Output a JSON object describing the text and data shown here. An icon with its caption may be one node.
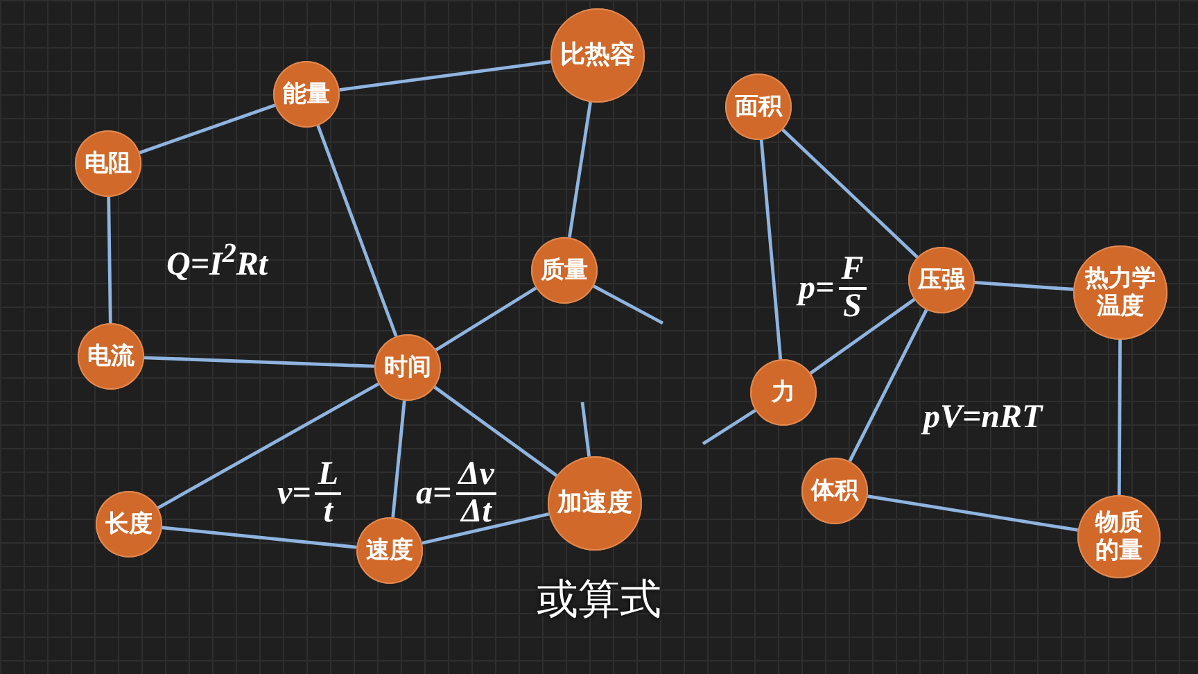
{
  "diagram": {
    "caption": "或算式",
    "nodes": [
      {
        "text": [
          "比热容"
        ]
      },
      {
        "text": [
          "能量"
        ]
      },
      {
        "text": [
          "电阻"
        ]
      },
      {
        "text": [
          "质量"
        ]
      },
      {
        "text": [
          "电流"
        ]
      },
      {
        "text": [
          "时间"
        ]
      },
      {
        "text": [
          "长度"
        ]
      },
      {
        "text": [
          "速度"
        ]
      },
      {
        "text": [
          "加速度"
        ]
      },
      {
        "text": [
          "面积"
        ]
      },
      {
        "text": [
          "压强"
        ]
      },
      {
        "text": [
          "热力学温度"
        ]
      },
      {
        "text": [
          "力"
        ]
      },
      {
        "text": [
          "体积"
        ]
      },
      {
        "text": [
          "物质的量"
        ]
      }
    ],
    "edges": [
      {
        "from": 1,
        "to": 0,
        "arrow": "none"
      },
      {
        "from": 2,
        "to": 1,
        "arrow": "none"
      },
      {
        "from": 2,
        "to": 4,
        "arrow": "none"
      },
      {
        "from": 1,
        "to": 5,
        "arrow": "none"
      },
      {
        "from": 0,
        "to": 3,
        "arrow": "none"
      },
      {
        "from": 3,
        "to": 5,
        "arrow": "none"
      },
      {
        "from": 3,
        "to": null,
        "arrow": "none"
      },
      {
        "from": 4,
        "to": 5,
        "arrow": "none"
      },
      {
        "from": 5,
        "to": 6,
        "arrow": "none"
      },
      {
        "from": 5,
        "to": 7,
        "arrow": "none"
      },
      {
        "from": 5,
        "to": 8,
        "arrow": "none"
      },
      {
        "from": 8,
        "to": null,
        "arrow": "none"
      },
      {
        "from": 6,
        "to": 7,
        "arrow": "none"
      },
      {
        "from": 7,
        "to": 8,
        "arrow": "none"
      },
      {
        "from": 9,
        "to": 12,
        "arrow": "none"
      },
      {
        "from": 9,
        "to": 10,
        "arrow": "none"
      },
      {
        "from": 10,
        "to": 12,
        "arrow": "none"
      },
      {
        "from": 12,
        "to": null,
        "arrow": "none"
      },
      {
        "from": 10,
        "to": 13,
        "arrow": "none"
      },
      {
        "from": 10,
        "to": 11,
        "arrow": "none"
      },
      {
        "from": 11,
        "to": 14,
        "arrow": "none"
      },
      {
        "from": 13,
        "to": 14,
        "arrow": "none"
      }
    ],
    "labels": [
      "Q=I$^{2}$Rt",
      "v=",
      "L",
      "t",
      "a=",
      "Δv",
      "Δt",
      "p=",
      "F",
      "S",
      "pV=nRT"
    ]
  }
}
